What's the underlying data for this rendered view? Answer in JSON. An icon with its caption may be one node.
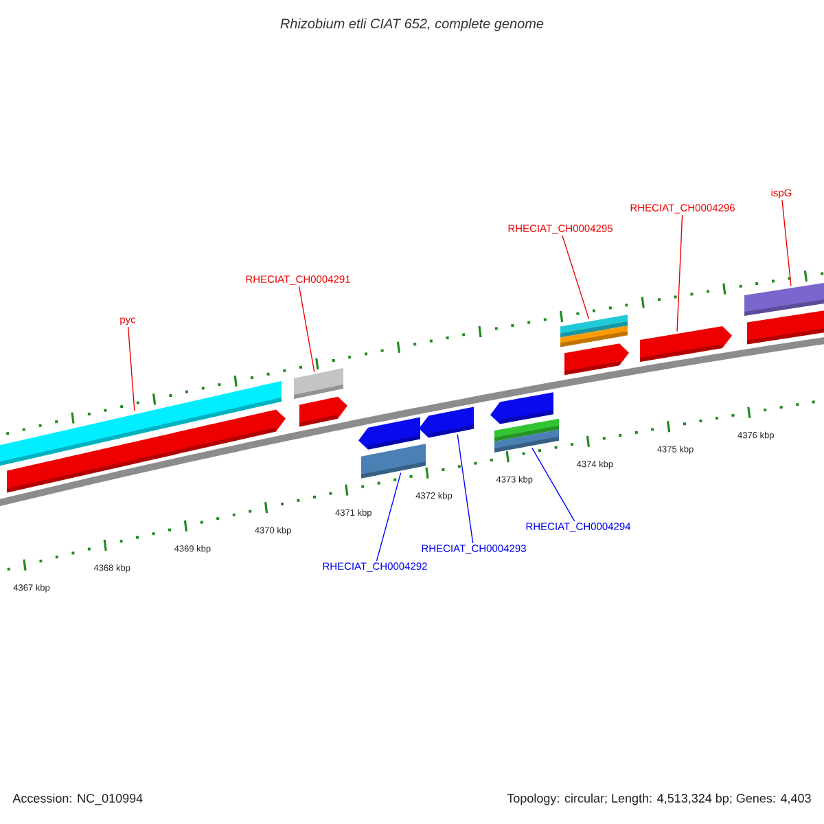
{
  "diagram": {
    "title": "Rhizobium etli CIAT 652, complete genome",
    "nodes": [
      {
        "text": [
          "pyc"
        ]
      },
      {
        "text": [
          "RHECIAT_CH0004291"
        ]
      },
      {
        "text": [
          "RHECIAT_CH0004295"
        ]
      },
      {
        "text": [
          "RHECIAT_CH0004296"
        ]
      },
      {
        "text": [
          "ispG"
        ]
      },
      {
        "text": [
          "RHECIAT_CH0004292"
        ]
      },
      {
        "text": [
          "RHECIAT_CH0004293"
        ]
      },
      {
        "text": [
          "RHECIAT_CH0004294"
        ]
      },
      {
        "text": [],
        "shape": "bar"
      },
      {
        "text": [],
        "shape": "bar"
      },
      {
        "text": [],
        "shape": "bar"
      },
      {
        "text": [],
        "shape": "bar"
      },
      {
        "text": [],
        "shape": "bar"
      },
      {
        "text": [],
        "shape": "bar"
      },
      {
        "text": [],
        "shape": "bar"
      },
      {
        "text": [],
        "shape": "bar"
      },
      {
        "text": [],
        "shape": "bar"
      },
      {
        "text": [],
        "shape": "bar"
      },
      {
        "text": [],
        "shape": "bar"
      },
      {
        "text": [],
        "shape": "bar"
      },
      {
        "text": [],
        "shape": "bar"
      },
      {
        "text": [],
        "shape": "bar"
      }
    ],
    "edges": [
      {
        "from": 0,
        "to": 8,
        "arrow": "none"
      },
      {
        "from": 1,
        "to": 10,
        "arrow": "none"
      },
      {
        "from": 2,
        "to": 17,
        "arrow": "none"
      },
      {
        "from": 3,
        "to": 19,
        "arrow": "none"
      },
      {
        "from": 4,
        "to": 20,
        "arrow": "none"
      },
      {
        "from": 5,
        "to": 13,
        "arrow": "none",
        "color": "#0000ff"
      },
      {
        "from": 6,
        "to": 14,
        "arrow": "none",
        "color": "#0000ff"
      },
      {
        "from": 7,
        "to": 16,
        "arrow": "none",
        "color": "#0000ff"
      }
    ],
    "labels": [
      "4367 kbp",
      "4368 kbp",
      "4369 kbp",
      "4370 kbp",
      "4371 kbp",
      "4372 kbp",
      "4373 kbp",
      "4374 kbp",
      "4375 kbp",
      "4376 kbp",
      "Accession: NC_010994",
      "Topology: circular; Length: 4,513,324 bp; Genes: 4,403"
    ]
  }
}
